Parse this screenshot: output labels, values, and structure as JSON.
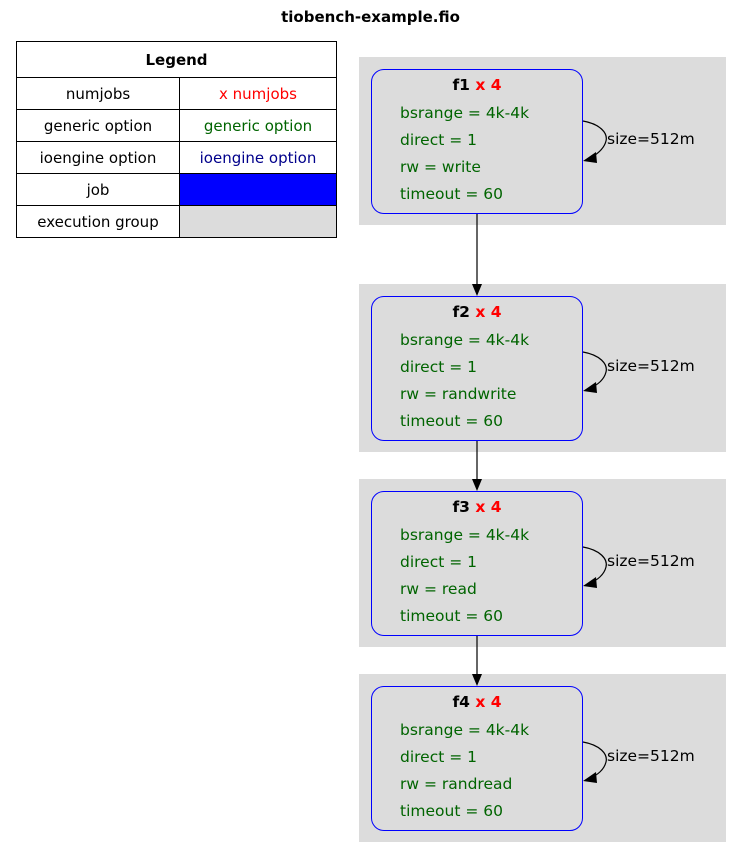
{
  "title": "tiobench-example.fio",
  "legend": {
    "header": "Legend",
    "rows": [
      {
        "key": "numjobs",
        "sample": "x numjobs",
        "sample_color": "#ff0000",
        "fill": ""
      },
      {
        "key": "generic option",
        "sample": "generic option",
        "sample_color": "#006400",
        "fill": ""
      },
      {
        "key": "ioengine option",
        "sample": "ioengine option",
        "sample_color": "#00008b",
        "fill": ""
      },
      {
        "key": "job",
        "sample": "",
        "sample_color": "",
        "fill": "#0000ff"
      },
      {
        "key": "execution group",
        "sample": "",
        "sample_color": "",
        "fill": "#dcdcdc"
      }
    ]
  },
  "jobs": [
    {
      "name": "f1",
      "numjobs": "x 4",
      "options": [
        "bsrange = 4k-4k",
        "direct = 1",
        "rw = write",
        "timeout = 60"
      ],
      "self_loop_label": "size=512m"
    },
    {
      "name": "f2",
      "numjobs": "x 4",
      "options": [
        "bsrange = 4k-4k",
        "direct = 1",
        "rw = randwrite",
        "timeout = 60"
      ],
      "self_loop_label": "size=512m"
    },
    {
      "name": "f3",
      "numjobs": "x 4",
      "options": [
        "bsrange = 4k-4k",
        "direct = 1",
        "rw = read",
        "timeout = 60"
      ],
      "self_loop_label": "size=512m"
    },
    {
      "name": "f4",
      "numjobs": "x 4",
      "options": [
        "bsrange = 4k-4k",
        "direct = 1",
        "rw = randread",
        "timeout = 60"
      ],
      "self_loop_label": "size=512m"
    }
  ],
  "edges": [
    [
      "f1",
      "f2"
    ],
    [
      "f2",
      "f3"
    ],
    [
      "f3",
      "f4"
    ]
  ],
  "colors": {
    "job_border": "#0000ff",
    "group_fill": "#dcdcdc",
    "option_text": "#006400",
    "numjobs_text": "#ff0000"
  }
}
